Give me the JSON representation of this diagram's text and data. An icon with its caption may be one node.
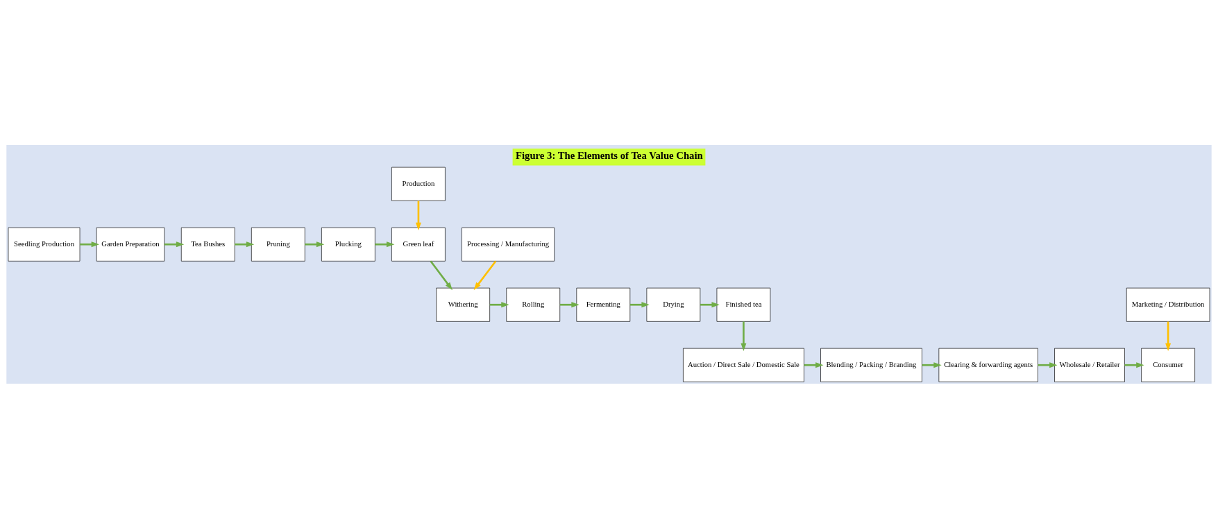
{
  "diagram": {
    "title": "Figure 3: The Elements of Tea Value Chain",
    "nodes": [
      {
        "text": [
          "Seedling Production"
        ]
      },
      {
        "text": [
          "Garden Preparation"
        ]
      },
      {
        "text": [
          "Tea Bushes"
        ]
      },
      {
        "text": [
          "Pruning"
        ]
      },
      {
        "text": [
          "Plucking"
        ]
      },
      {
        "text": [
          "Green leaf"
        ]
      },
      {
        "text": [
          "Production"
        ]
      },
      {
        "text": [
          "Finished tea"
        ]
      },
      {
        "text": [
          "Drying"
        ]
      },
      {
        "text": [
          "Fermenting"
        ]
      },
      {
        "text": [
          "Rolling"
        ]
      },
      {
        "text": [
          "Withering"
        ]
      },
      {
        "text": [
          "Processing / Manufacturing"
        ]
      },
      {
        "text": [
          "Auction / Direct Sale / Domestic Sale"
        ]
      },
      {
        "text": [
          "Blending / Packing / Branding"
        ]
      },
      {
        "text": [
          "Clearing & forwarding agents"
        ]
      },
      {
        "text": [
          "Wholesale / Retailer"
        ]
      },
      {
        "text": [
          "Consumer"
        ]
      },
      {
        "text": [
          "Marketing / Distribution"
        ]
      }
    ],
    "edges": [
      {
        "from": 0,
        "to": 1,
        "arrow": "to"
      },
      {
        "from": 1,
        "to": 2,
        "arrow": "to"
      },
      {
        "from": 2,
        "to": 3,
        "arrow": "to"
      },
      {
        "from": 3,
        "to": 4,
        "arrow": "to"
      },
      {
        "from": 4,
        "to": 5,
        "arrow": "to"
      },
      {
        "from": 6,
        "to": 5,
        "arrow": "to",
        "color": "#ffc000"
      },
      {
        "from": 5,
        "to": 11,
        "arrow": "to"
      },
      {
        "from": 11,
        "to": 10,
        "arrow": "to"
      },
      {
        "from": 10,
        "to": 9,
        "arrow": "to"
      },
      {
        "from": 9,
        "to": 8,
        "arrow": "to"
      },
      {
        "from": 8,
        "to": 7,
        "arrow": "to"
      },
      {
        "from": 12,
        "to": 11,
        "arrow": "to",
        "color": "#ffc000"
      },
      {
        "from": 7,
        "to": 13,
        "arrow": "to"
      },
      {
        "from": 13,
        "to": 14,
        "arrow": "to"
      },
      {
        "from": 14,
        "to": 15,
        "arrow": "to"
      },
      {
        "from": 15,
        "to": 16,
        "arrow": "to"
      },
      {
        "from": 16,
        "to": 17,
        "arrow": "to"
      },
      {
        "from": 18,
        "to": 17,
        "arrow": "to",
        "color": "#ffc000"
      }
    ]
  }
}
